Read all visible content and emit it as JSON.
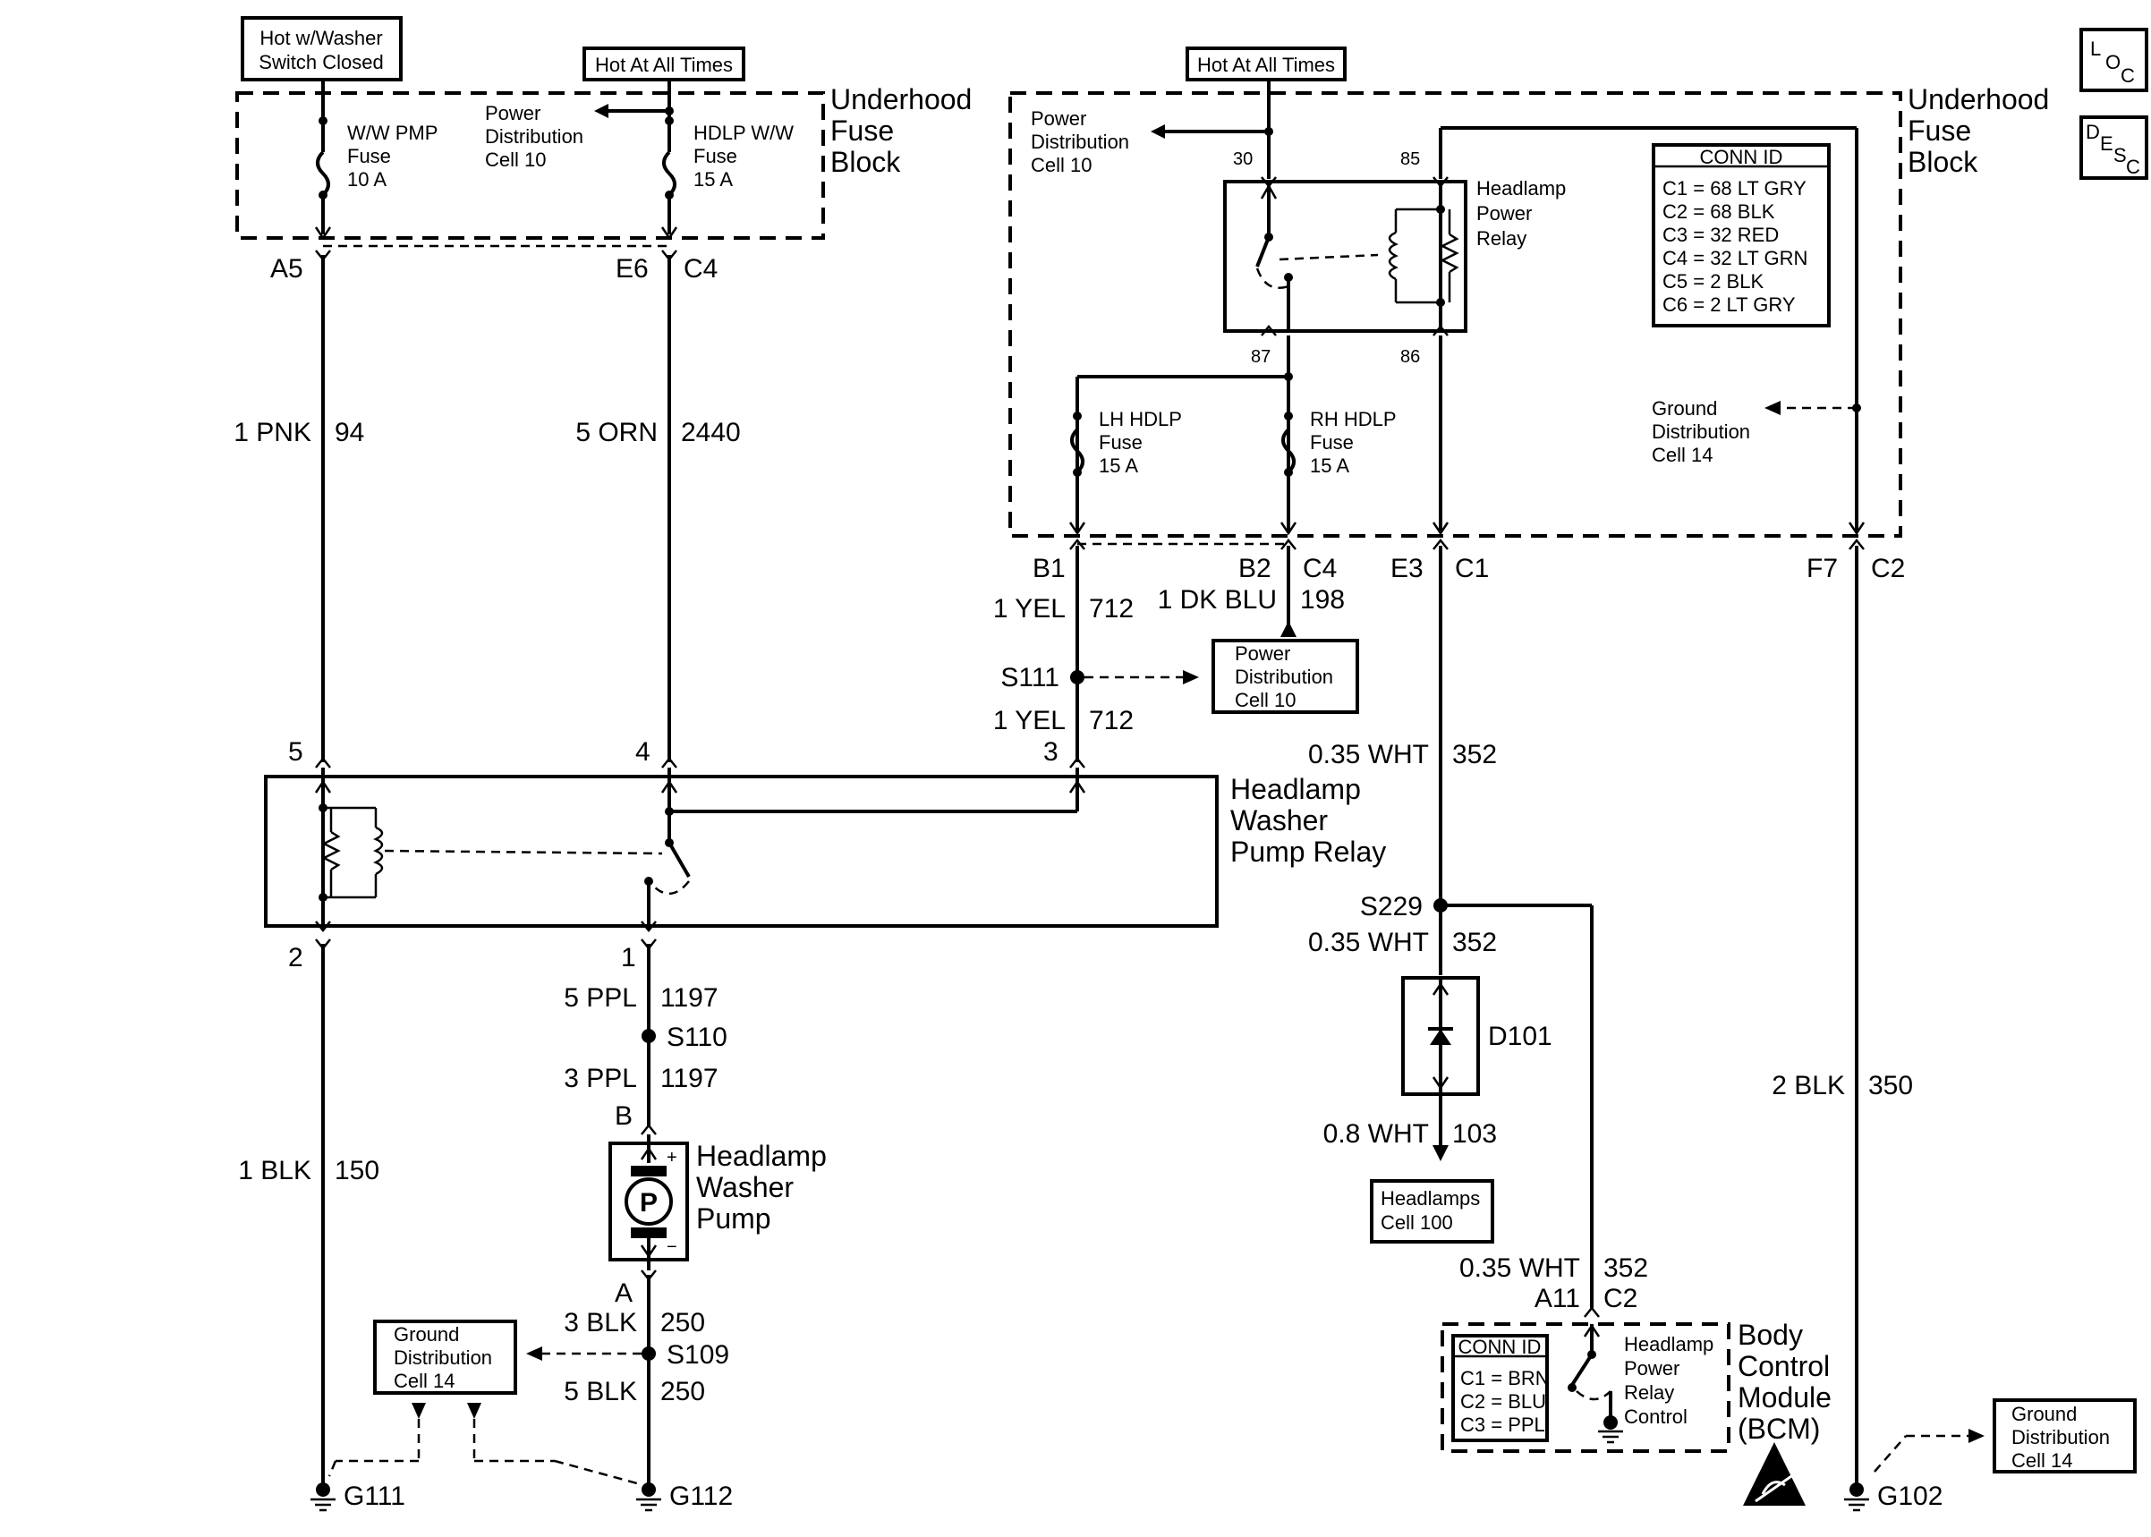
{
  "labels": {
    "hot_washer": [
      "Hot w/Washer",
      "Switch Closed"
    ],
    "hot_all_times": "Hot At All Times",
    "underhood_fuse_block": [
      "Underhood",
      "Fuse",
      "Block"
    ],
    "ww_pmp_fuse": [
      "W/W PMP",
      "Fuse",
      "10 A"
    ],
    "power_dist_cell10": [
      "Power",
      "Distribution",
      "Cell 10"
    ],
    "hdlp_ww_fuse": [
      "HDLP W/W",
      "Fuse",
      "15 A"
    ],
    "headlamp_power_relay": [
      "Headlamp",
      "Power",
      "Relay"
    ],
    "lh_hdlp_fuse": [
      "LH HDLP",
      "Fuse",
      "15 A"
    ],
    "rh_hdlp_fuse": [
      "RH HDLP",
      "Fuse",
      "15 A"
    ],
    "ground_dist_cell14": [
      "Ground",
      "Distribution",
      "Cell 14"
    ],
    "conn_id_fuse_block": {
      "title": "CONN ID",
      "rows": [
        "C1 = 68 LT GRY",
        "C2 = 68 BLK",
        "C3 = 32 RED",
        "C4 = 32 LT GRN",
        "C5 = 2 BLK",
        "C6 = 2 LT GRY"
      ]
    },
    "conn_id_bcm": {
      "title": "CONN ID",
      "rows": [
        "C1 = BRN",
        "C2 = BLU",
        "C3 = PPL"
      ]
    },
    "relay_terminals": {
      "t30": "30",
      "t85": "85",
      "t87": "87",
      "t86": "86"
    },
    "connectors": {
      "a5": "A5",
      "e6": "E6",
      "c4_top": "C4",
      "b1": "B1",
      "b2": "B2",
      "c4_mid": "C4",
      "e3": "E3",
      "c1": "C1",
      "f7": "F7",
      "c2": "C2",
      "p5": "5",
      "p4": "4",
      "p3": "3",
      "p2": "2",
      "p1": "1",
      "pb": "B",
      "pa": "A",
      "a11": "A11",
      "c2_bcm": "C2"
    },
    "wires": {
      "w94": [
        "1 PNK",
        "94"
      ],
      "w2440": [
        "5 ORN",
        "2440"
      ],
      "w712a": [
        "1 YEL",
        "712"
      ],
      "w198": [
        "1 DK BLU",
        "198"
      ],
      "w712b": [
        "1 YEL",
        "712"
      ],
      "w352a": [
        "0.35 WHT",
        "352"
      ],
      "w352b": [
        "0.35 WHT",
        "352"
      ],
      "w1197a": [
        "5 PPL",
        "1197"
      ],
      "w1197b": [
        "3 PPL",
        "1197"
      ],
      "w150": [
        "1 BLK",
        "150"
      ],
      "w250a": [
        "3 BLK",
        "250"
      ],
      "w250b": [
        "5 BLK",
        "250"
      ],
      "w103": [
        "0.8 WHT",
        "103"
      ],
      "w352c": [
        "0.35 WHT",
        "352"
      ],
      "w350": [
        "2 BLK",
        "350"
      ]
    },
    "splices": {
      "s111": "S111",
      "s110": "S110",
      "s109": "S109",
      "s229": "S229"
    },
    "headlamp_washer_pump_relay": [
      "Headlamp",
      "Washer",
      "Pump Relay"
    ],
    "headlamp_washer_pump": [
      "Headlamp",
      "Washer",
      "Pump"
    ],
    "pump_symbol": "P",
    "d101": "D101",
    "headlamps_cell100": [
      "Headlamps",
      "Cell 100"
    ],
    "bcm": [
      "Body",
      "Control",
      "Module",
      "(BCM)"
    ],
    "bcm_relay_control": [
      "Headlamp",
      "Power",
      "Relay",
      "Control"
    ],
    "grounds": {
      "g111": "G111",
      "g112": "G112",
      "g102": "G102"
    },
    "loc_icon": [
      "L",
      "O",
      "C"
    ],
    "desc_icon": [
      "D",
      "E",
      "S",
      "C"
    ]
  }
}
